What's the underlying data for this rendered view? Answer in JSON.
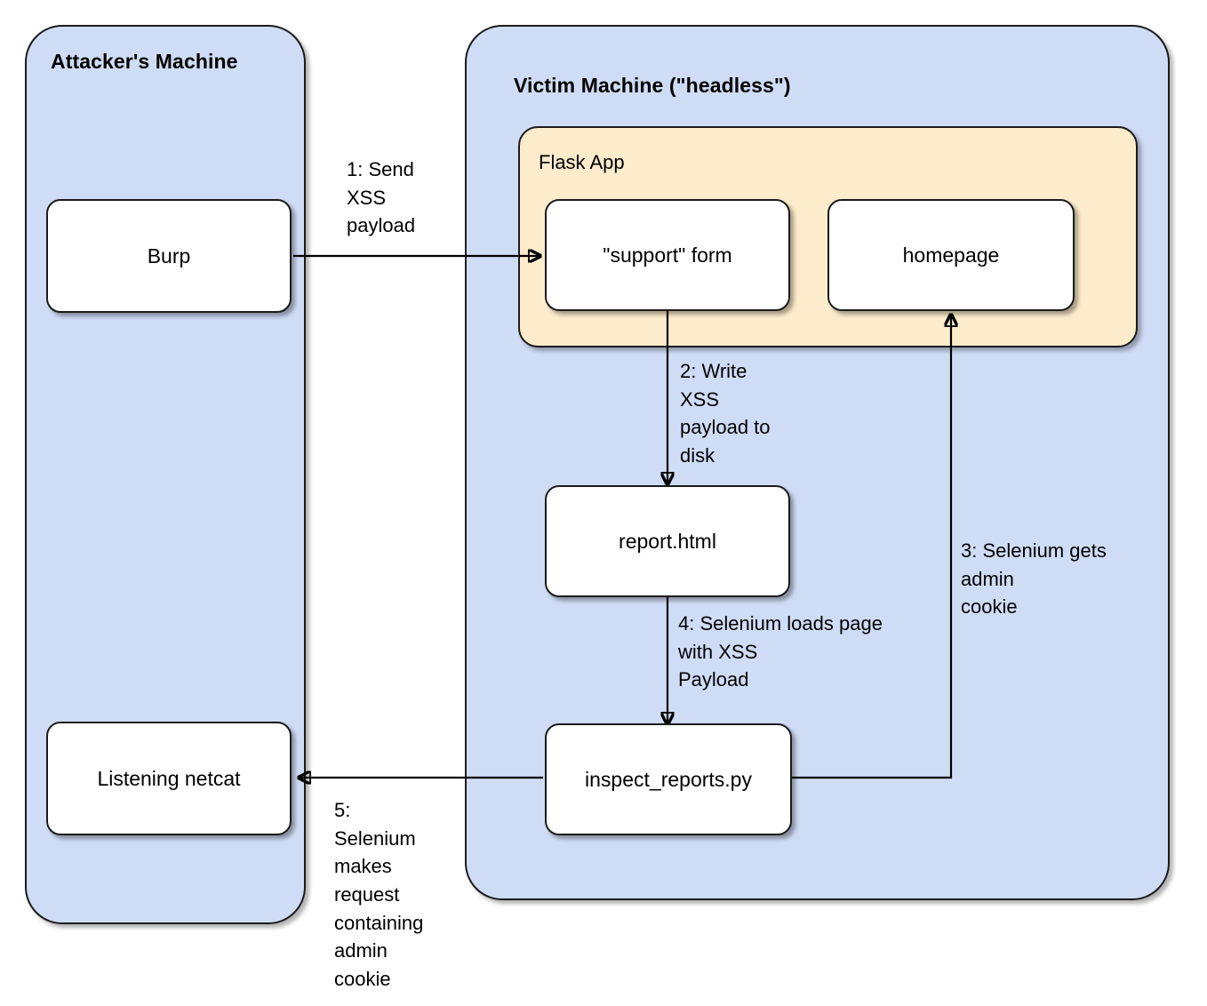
{
  "diagram": {
    "type": "flow-diagram",
    "title": "XSS attack flow between attacker and victim machines",
    "colors": {
      "machine_fill": "#cfdcf5",
      "flask_fill": "#fdeccb",
      "node_fill": "#ffffff",
      "stroke": "#1b1b1b"
    }
  },
  "containers": {
    "attacker": {
      "label": "Attacker's Machine"
    },
    "victim": {
      "label": "Victim Machine (\"headless\")"
    },
    "flask": {
      "label": "Flask App"
    }
  },
  "nodes": {
    "burp": {
      "label": "Burp"
    },
    "netcat": {
      "label": "Listening netcat"
    },
    "support_form": {
      "label": "\"support\" form"
    },
    "homepage": {
      "label": "homepage"
    },
    "report_html": {
      "label": "report.html"
    },
    "inspect_reports": {
      "label": "inspect_reports.py"
    }
  },
  "edges": [
    {
      "id": "e1",
      "from": "burp",
      "to": "support_form",
      "label": "1: Send\nXSS\npayload"
    },
    {
      "id": "e2",
      "from": "support_form",
      "to": "report_html",
      "label": "2: Write\nXSS\npayload to\ndisk"
    },
    {
      "id": "e3",
      "from": "inspect_reports",
      "to": "homepage",
      "label": "3: Selenium gets\nadmin\ncookie"
    },
    {
      "id": "e4",
      "from": "report_html",
      "to": "inspect_reports",
      "label": "4: Selenium loads page\nwith XSS\nPayload"
    },
    {
      "id": "e5",
      "from": "inspect_reports",
      "to": "netcat",
      "label": "5:\nSelenium\nmakes\nrequest\ncontaining\nadmin\ncookie"
    }
  ]
}
